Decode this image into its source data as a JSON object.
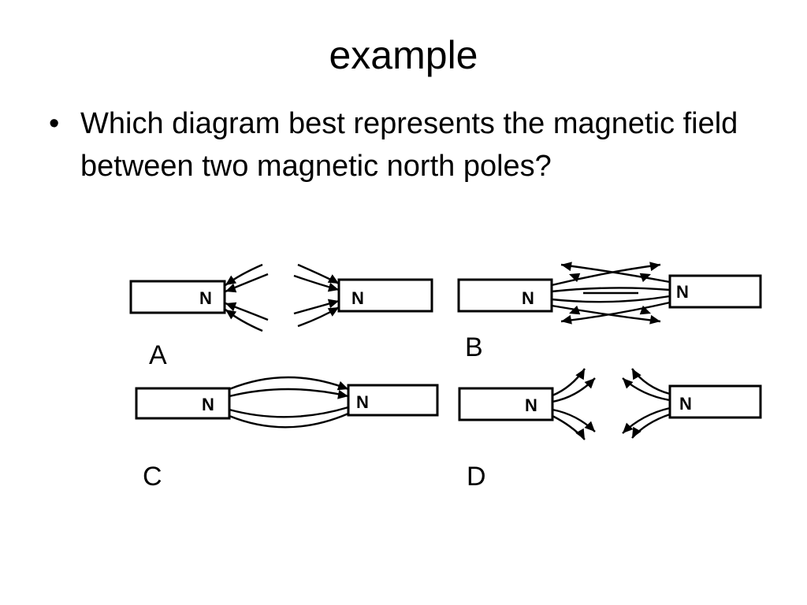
{
  "slide": {
    "title": "example",
    "bullets": [
      "Which diagram best represents the magnetic field between two magnetic north poles?"
    ],
    "bullet_symbol": "•"
  },
  "diagrams": [
    {
      "label": "A",
      "magnets": [
        "N",
        "N"
      ],
      "field": "arrows-into-poles"
    },
    {
      "label": "B",
      "magnets": [
        "N",
        "N"
      ],
      "field": "lines-crossing-between-poles"
    },
    {
      "label": "C",
      "magnets": [
        "N",
        "N"
      ],
      "field": "lines-from-left-pole-to-right-pole"
    },
    {
      "label": "D",
      "magnets": [
        "N",
        "N"
      ],
      "field": "arrows-out-of-poles"
    }
  ]
}
